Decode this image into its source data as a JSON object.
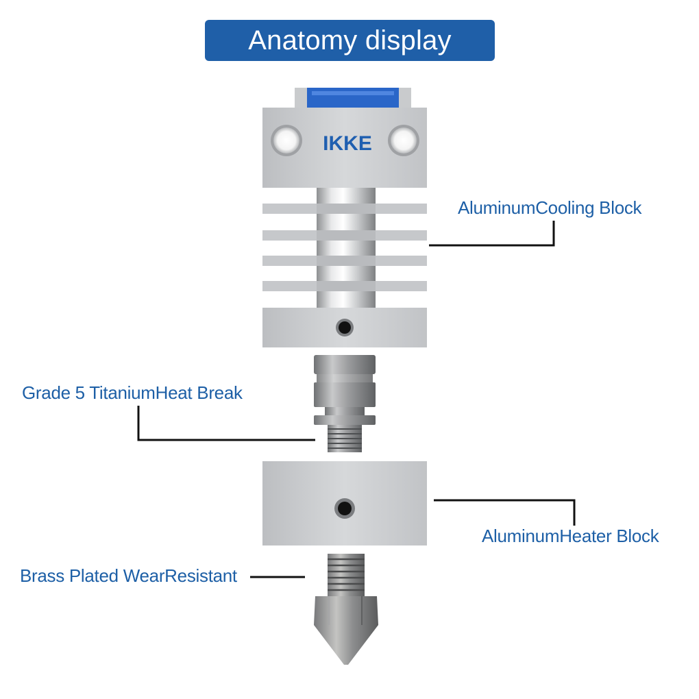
{
  "header": {
    "title": "Anatomy display"
  },
  "brand": {
    "logo_text": "IKKE"
  },
  "callouts": {
    "cooling_block": "AluminumCooling Block",
    "heat_break": "Grade 5 TitaniumHeat Break",
    "heater_block": "AluminumHeater Block",
    "nozzle": "Brass Plated WearResistant"
  },
  "colors": {
    "banner": "#1f5fa8",
    "label_text": "#1d5fa6",
    "leader_lines": "#111111",
    "aluminum": "#c9cbcd",
    "fan_clip": "#2a66c8"
  }
}
